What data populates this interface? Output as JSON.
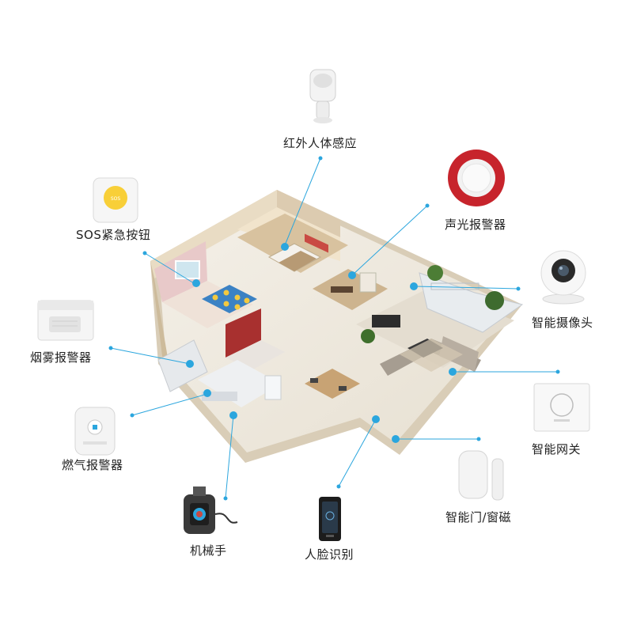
{
  "accent_color": "#2ba6de",
  "devices": [
    {
      "id": "pir",
      "label": "红外人体感应",
      "icon": "pir-motion-sensor-icon"
    },
    {
      "id": "sos",
      "label": "SOS紧急按钮",
      "icon": "sos-button-icon",
      "badge": "SOS"
    },
    {
      "id": "siren",
      "label": "声光报警器",
      "icon": "siren-alarm-icon"
    },
    {
      "id": "camera",
      "label": "智能摄像头",
      "icon": "smart-camera-icon"
    },
    {
      "id": "smoke",
      "label": "烟雾报警器",
      "icon": "smoke-detector-icon"
    },
    {
      "id": "gateway",
      "label": "智能网关",
      "icon": "smart-gateway-icon"
    },
    {
      "id": "gas",
      "label": "燃气报警器",
      "icon": "gas-alarm-icon"
    },
    {
      "id": "door",
      "label": "智能门/窗磁",
      "icon": "door-window-sensor-icon"
    },
    {
      "id": "valve",
      "label": "机械手",
      "icon": "valve-manipulator-icon"
    },
    {
      "id": "face",
      "label": "人脸识别",
      "icon": "face-recognition-icon"
    }
  ]
}
